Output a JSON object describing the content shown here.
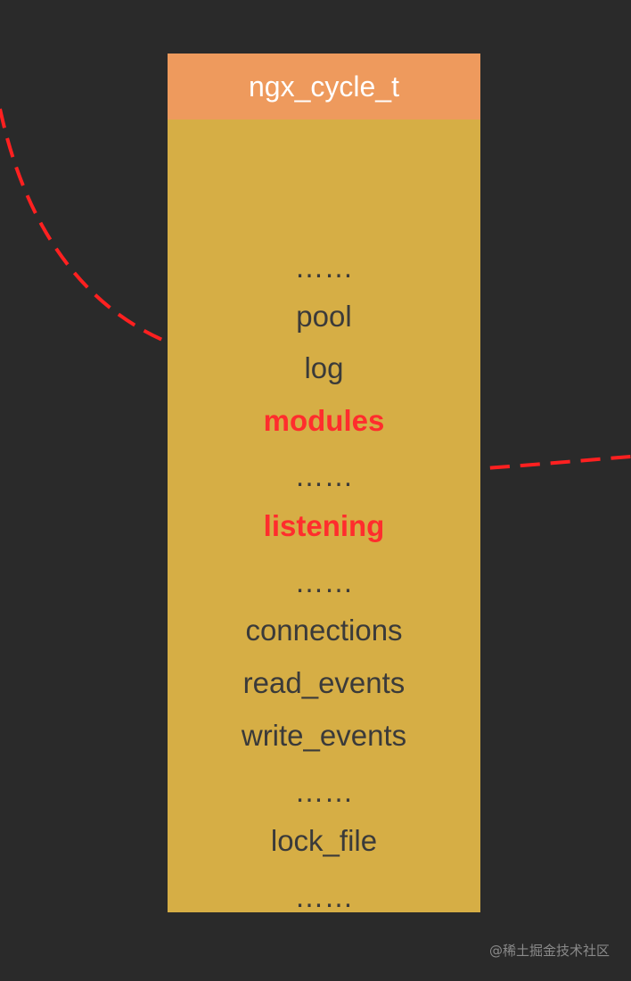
{
  "struct": {
    "title": "ngx_cycle_t",
    "fields": [
      {
        "label": "……",
        "highlight": false
      },
      {
        "label": "pool",
        "highlight": false
      },
      {
        "label": "log",
        "highlight": false
      },
      {
        "label": "modules",
        "highlight": true
      },
      {
        "label": "……",
        "highlight": false
      },
      {
        "label": "listening",
        "highlight": true
      },
      {
        "label": "……",
        "highlight": false
      },
      {
        "label": "connections",
        "highlight": false
      },
      {
        "label": "read_events",
        "highlight": false
      },
      {
        "label": "write_events",
        "highlight": false
      },
      {
        "label": "……",
        "highlight": false
      },
      {
        "label": "lock_file",
        "highlight": false
      },
      {
        "label": "……",
        "highlight": false
      }
    ]
  },
  "colors": {
    "background": "#2a2a2a",
    "header": "#ee9a5d",
    "body": "#d6ae45",
    "field_text": "#3a3a3a",
    "highlight": "#ff2d2d"
  },
  "watermark": "@稀土掘金技术社区"
}
